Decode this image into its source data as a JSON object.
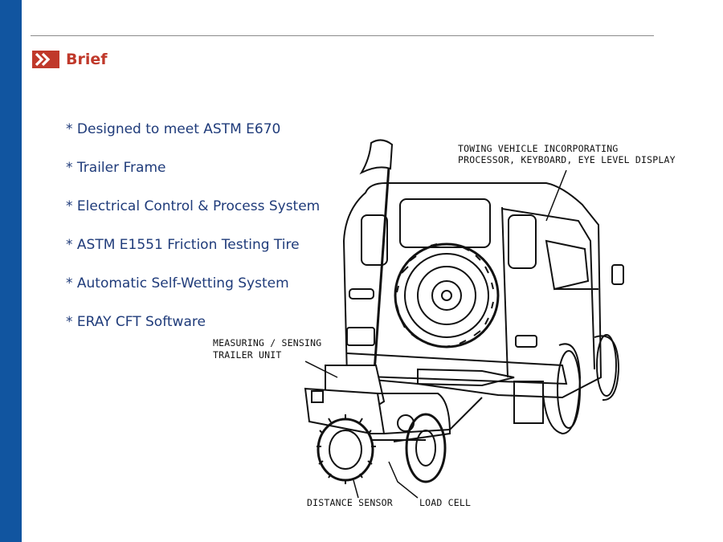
{
  "slide": {
    "section_title": "Brief",
    "bullets": [
      "* Designed to meet ASTM E670",
      "* Trailer Frame",
      "* Electrical Control & Process System",
      "* ASTM E1551 Friction Testing Tire",
      "* Automatic Self-Wetting System",
      "* ERAY CFT Software"
    ],
    "accent_color": "#1155a0",
    "title_color": "#c0392b"
  },
  "figure": {
    "towing_label_line1": "TOWING VEHICLE INCORPORATING",
    "towing_label_line2": "PROCESSOR, KEYBOARD, EYE LEVEL  DISPLAY",
    "trailer_label_line1": "MEASURING / SENSING",
    "trailer_label_line2": "TRAILER UNIT",
    "distance_label": "DISTANCE SENSOR",
    "load_label": "LOAD CELL"
  }
}
